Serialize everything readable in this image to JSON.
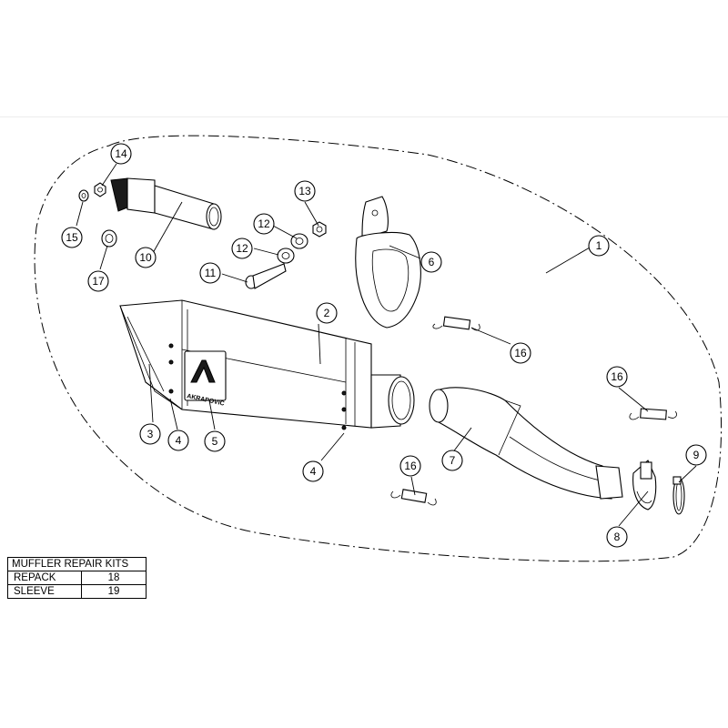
{
  "callouts": {
    "c1": "1",
    "c2": "2",
    "c3": "3",
    "c4a": "4",
    "c4b": "4",
    "c5": "5",
    "c6": "6",
    "c7": "7",
    "c8": "8",
    "c9": "9",
    "c10": "10",
    "c11": "11",
    "c12a": "12",
    "c12b": "12",
    "c13": "13",
    "c14": "14",
    "c15": "15",
    "c16a": "16",
    "c16b": "16",
    "c16c": "16",
    "c17": "17"
  },
  "logo_text": "AKRAPOVIC",
  "repair_kits": {
    "title": "MUFFLER REPAIR KITS",
    "rows": [
      {
        "name": "REPACK",
        "part": "18"
      },
      {
        "name": "SLEEVE",
        "part": "19"
      }
    ]
  }
}
